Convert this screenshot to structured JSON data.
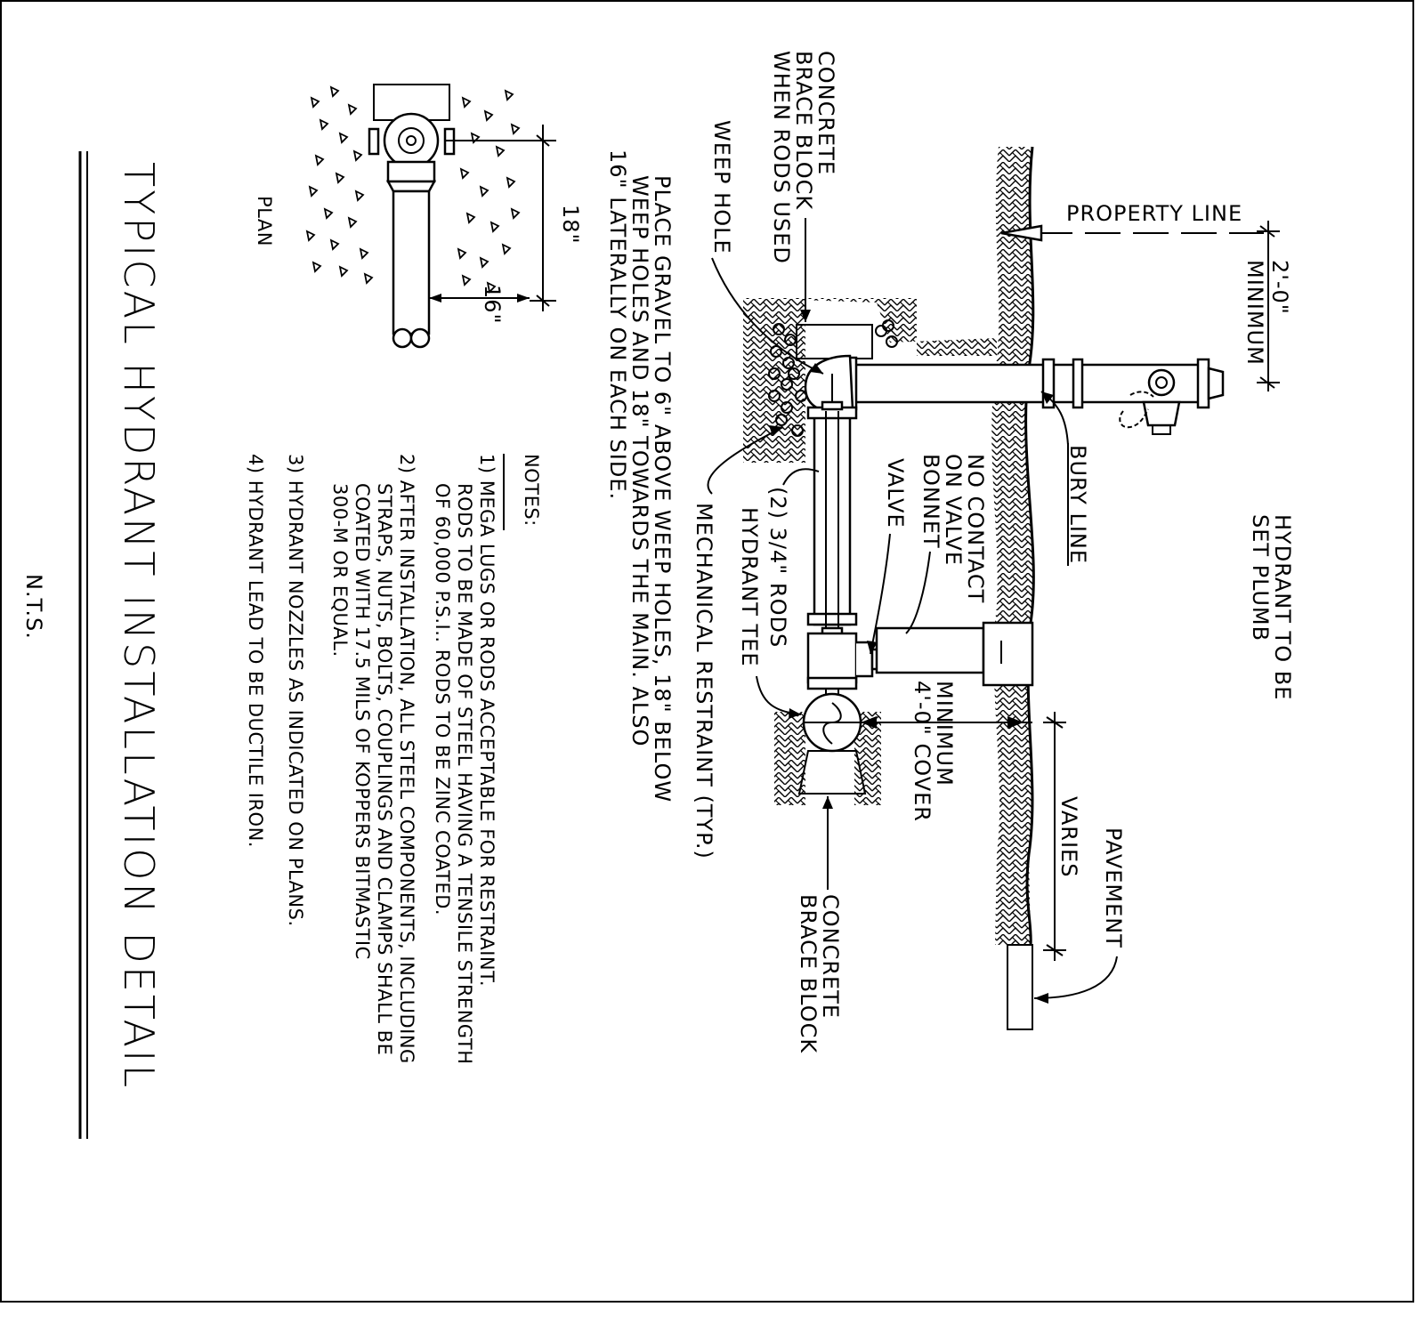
{
  "title": "TYPICAL HYDRANT INSTALLATION DETAIL",
  "scale": "N.T.S.",
  "plan_view": {
    "label": "PLAN",
    "dim_a": "18\"",
    "dim_b": "16\""
  },
  "labels": {
    "concrete_brace_block_rods": [
      "CONCRETE",
      "BRACE BLOCK",
      "WHEN RODS USED"
    ],
    "weep_hole": "WEEP HOLE",
    "gravel_note": [
      "PLACE GRAVEL TO 6\" ABOVE WEEP HOLES, 18\" BELOW",
      "WEEP HOLES AND 18\" TOWARDS THE MAIN. ALSO",
      "16\" LATERALLY ON EACH SIDE."
    ],
    "property_line": "PROPERTY LINE",
    "min_two_ft": [
      "2'-0\"",
      "MINIMUM"
    ],
    "hydrant_plumb": [
      "HYDRANT TO BE",
      "SET PLUMB"
    ],
    "bury_line": "BURY LINE",
    "no_contact": [
      "NO CONTACT",
      "ON VALVE",
      "BONNET"
    ],
    "valve": "VALVE",
    "rods": "(2) 3/4\" RODS",
    "hydrant_tee": "HYDRANT TEE",
    "mechanical_restraint": "MECHANICAL RESTRAINT (TYP.)",
    "min_cover": [
      "MINIMUM",
      "4'-0\" COVER"
    ],
    "varies": "VARIES",
    "pavement": "PAVEMENT",
    "concrete_brace_block": [
      "CONCRETE",
      "BRACE BLOCK"
    ]
  },
  "notes": {
    "heading": "NOTES:",
    "lines": [
      "1) MEGA LUGS OR RODS ACCEPTABLE FOR RESTRAINT.",
      "RODS TO BE MADE OF STEEL HAVING A TENSILE STRENGTH",
      "OF 60,000 P.S.I.. RODS TO BE ZINC COATED.",
      "2) AFTER INSTALLATION, ALL STEEL COMPONENTS, INCLUDING",
      "STRAPS, NUTS, BOLTS, COUPLINGS AND CLAMPS SHALL BE",
      "COATED WITH 17.5 MILS OF KOPPERS BITMASTIC",
      "300-M OR EQUAL.",
      "3) HYDRANT NOZZLES AS INDICATED ON PLANS.",
      "4) HYDRANT LEAD TO BE DUCTILE IRON."
    ]
  }
}
